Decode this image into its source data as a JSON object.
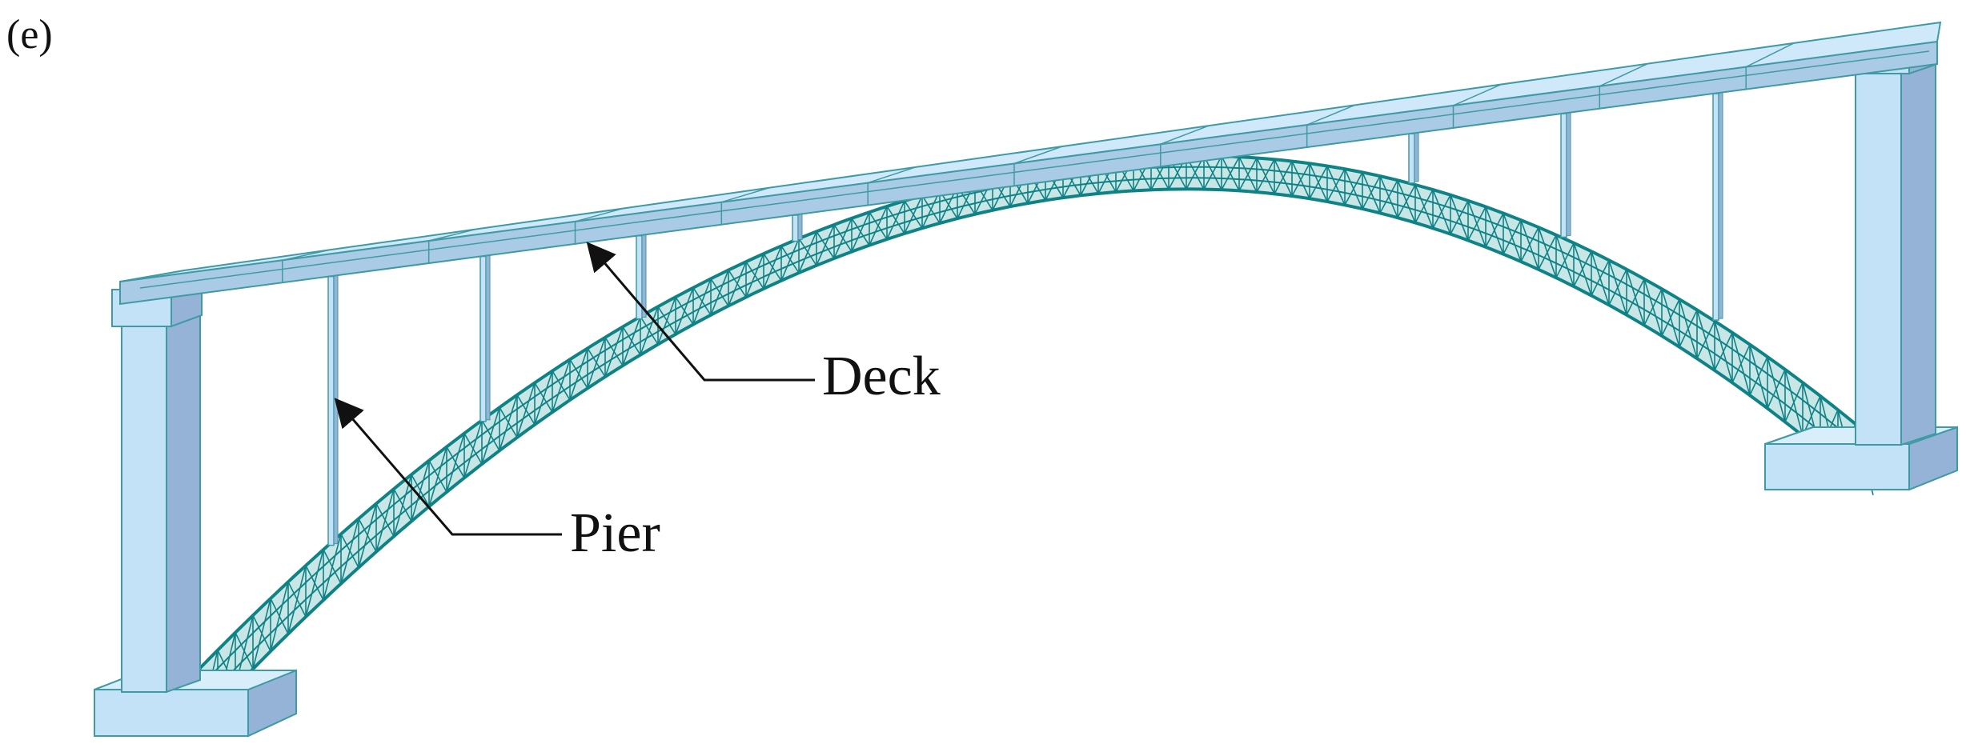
{
  "figure": {
    "panel_label": "(e)",
    "annotations": [
      {
        "id": "deck",
        "text": "Deck"
      },
      {
        "id": "pier",
        "text": "Pier"
      }
    ]
  },
  "colors": {
    "deck_top": "#cfe9fb",
    "deck_side": "#aacbe6",
    "pier_light": "#c3e2f8",
    "pier_dark": "#94b3d6",
    "outline": "#3f9aa3",
    "arch_truss": "#0f8286",
    "arch_light": "#5fb6b5",
    "arrow": "#111111"
  }
}
